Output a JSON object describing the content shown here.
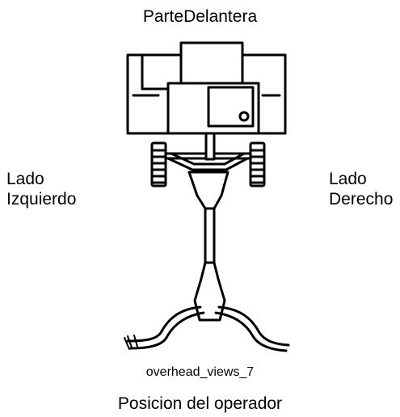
{
  "labels": {
    "front": "ParteDelantera",
    "left_side": [
      "Lado",
      "Izquierdo"
    ],
    "right_side": [
      "Lado",
      "Derecho"
    ],
    "caption": "overhead_views_7",
    "operator_position": "Posicion del operador"
  }
}
